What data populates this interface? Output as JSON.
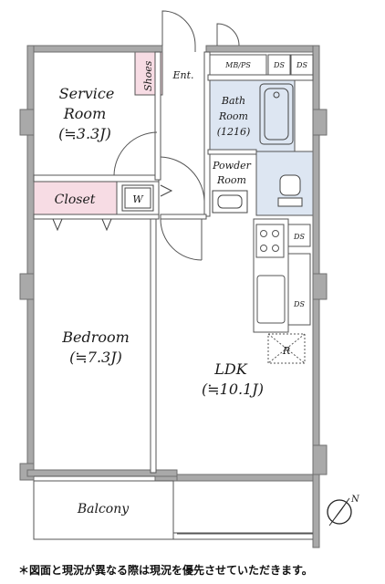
{
  "rooms": {
    "service_room": {
      "name": "Service",
      "name2": "Room",
      "size": "(≒3.3J)"
    },
    "shoes": "Shoes",
    "entrance": "Ent.",
    "mbps": "MB/PS",
    "ds_top_1": "DS",
    "ds_top_2": "DS",
    "bath": {
      "name": "Bath",
      "name2": "Room",
      "size": "(1216)"
    },
    "powder": {
      "name": "Powder",
      "name2": "Room"
    },
    "closet": "Closet",
    "walkin": "W",
    "ds_mid_1": "DS",
    "ds_mid_2": "DS",
    "refrigerator": "R",
    "bedroom": {
      "name": "Bedroom",
      "size": "(≒7.3J)"
    },
    "ldk": {
      "name": "LDK",
      "size": "(≒10.1J)"
    },
    "balcony": "Balcony"
  },
  "compass": {
    "label": "N"
  },
  "colors": {
    "wall": "#a9a9a9",
    "wall_edge": "#6e6e6e",
    "storage_fill": "#f7dce4",
    "wet_fill": "#dde6f2"
  },
  "note": "＊図面と現況が異なる際は現況を優先させていただきます。"
}
